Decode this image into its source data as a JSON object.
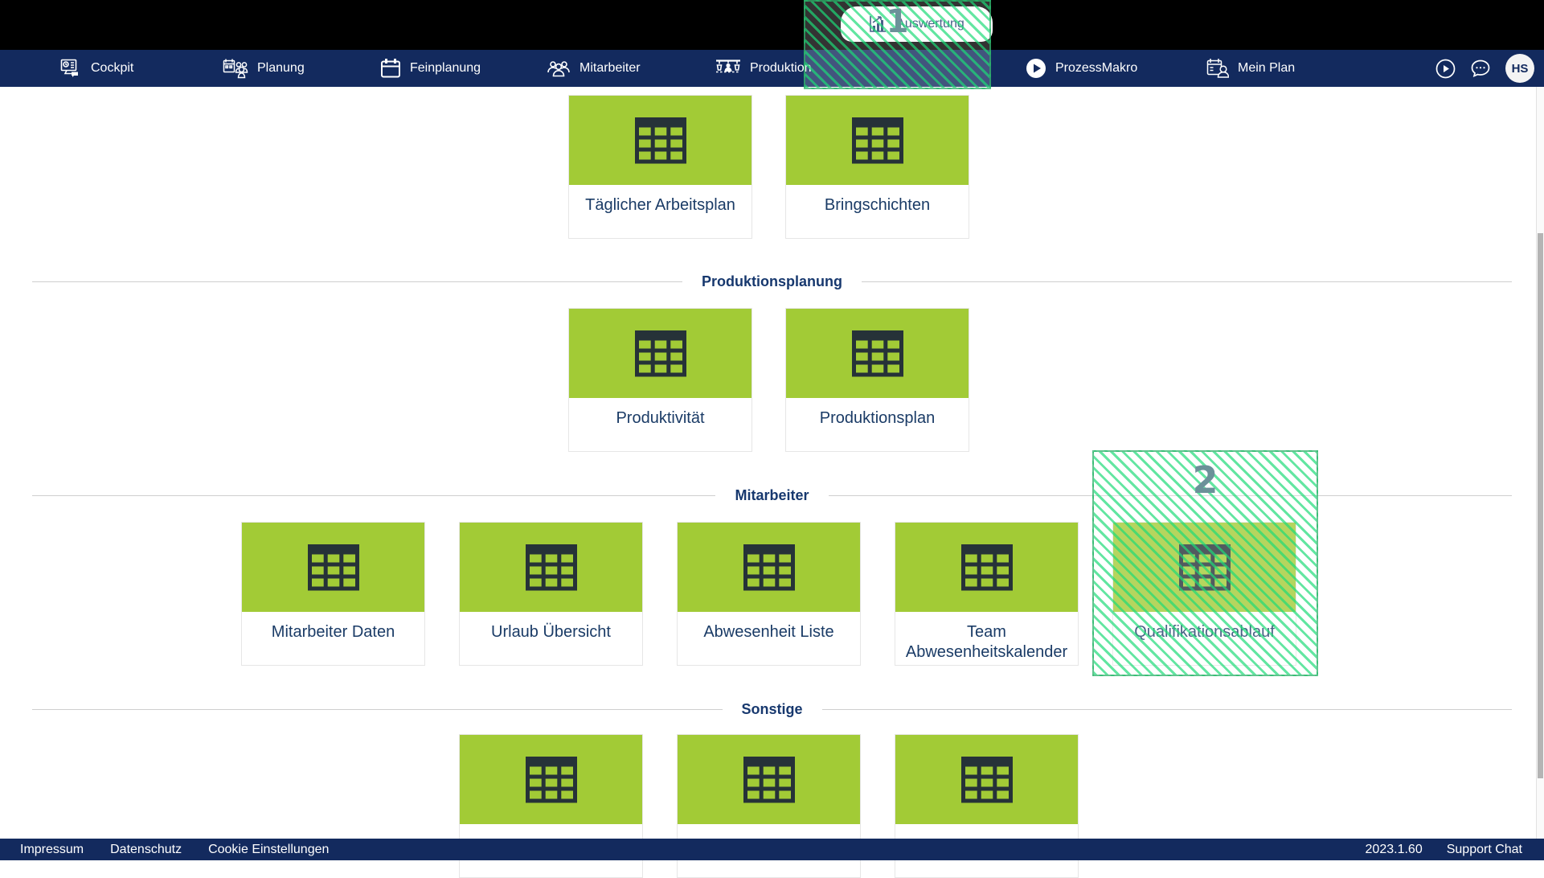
{
  "nav": {
    "items": [
      {
        "label": "Cockpit",
        "icon": "cockpit-icon"
      },
      {
        "label": "Planung",
        "icon": "planning-calendar-people-icon"
      },
      {
        "label": "Feinplanung",
        "icon": "calendar-icon"
      },
      {
        "label": "Mitarbeiter",
        "icon": "people-group-icon"
      },
      {
        "label": "Produktion",
        "icon": "production-line-icon"
      },
      {
        "label": "Auswertung",
        "icon": "bar-chart-icon",
        "active": true
      },
      {
        "label": "ProzessMakro",
        "icon": "play-circle-filled-icon"
      },
      {
        "label": "Mein Plan",
        "icon": "calendar-person-icon"
      }
    ],
    "right_icons": [
      "play-circle-icon",
      "chat-bubble-icon"
    ],
    "avatar_initials": "HS"
  },
  "sections": [
    {
      "title": "",
      "tiles": [
        "Täglicher Arbeitsplan",
        "Bringschichten"
      ]
    },
    {
      "title": "Produktionsplanung",
      "tiles": [
        "Produktivität",
        "Produktionsplan"
      ]
    },
    {
      "title": "Mitarbeiter",
      "tiles": [
        "Mitarbeiter Daten",
        "Urlaub Übersicht",
        "Abwesenheit Liste",
        "Team Abwesenheitskalender",
        "Qualifikationsablauf"
      ]
    },
    {
      "title": "Sonstige",
      "tiles": [
        "",
        "",
        ""
      ]
    }
  ],
  "tile_icon": "table-grid-icon",
  "annotations": [
    {
      "number": "1",
      "target": "Auswertung"
    },
    {
      "number": "2",
      "target": "Qualifikationsablauf"
    }
  ],
  "footer": {
    "links": [
      "Impressum",
      "Datenschutz",
      "Cookie Einstellungen"
    ],
    "version": "2023.1.60",
    "support_label": "Support Chat"
  },
  "colors": {
    "navy": "#132a5e",
    "tile_green": "#a2cb36",
    "tile_icon_dark": "#263238",
    "overlay_green": "#2fde82",
    "annotation_number": "#6b9199"
  }
}
